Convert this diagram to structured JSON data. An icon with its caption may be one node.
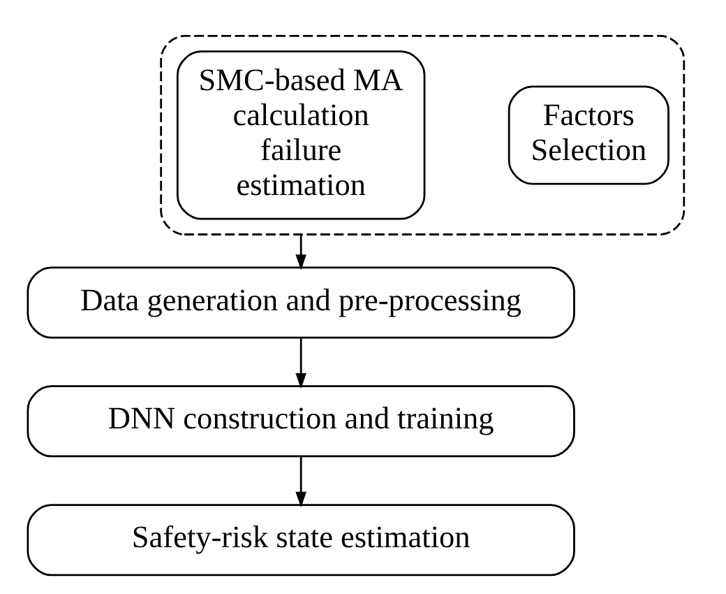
{
  "diagram": {
    "nodes": [
      {
        "text": [],
        "shape": "box"
      },
      {
        "text": [
          "Factors Selection"
        ],
        "in": 0
      },
      {
        "text": [
          "SMC-based MA calculation failure estimation"
        ],
        "in": 0
      },
      {
        "text": [
          "Data generation and pre-processing"
        ]
      },
      {
        "text": [
          "DNN construction and training"
        ]
      },
      {
        "text": [
          "Safety-risk state estimation"
        ]
      }
    ],
    "edges": [
      {
        "from": 0,
        "to": 3,
        "arrow": "to"
      },
      {
        "from": 3,
        "to": 4,
        "arrow": "to"
      },
      {
        "from": 4,
        "to": 5,
        "arrow": "to"
      }
    ]
  }
}
